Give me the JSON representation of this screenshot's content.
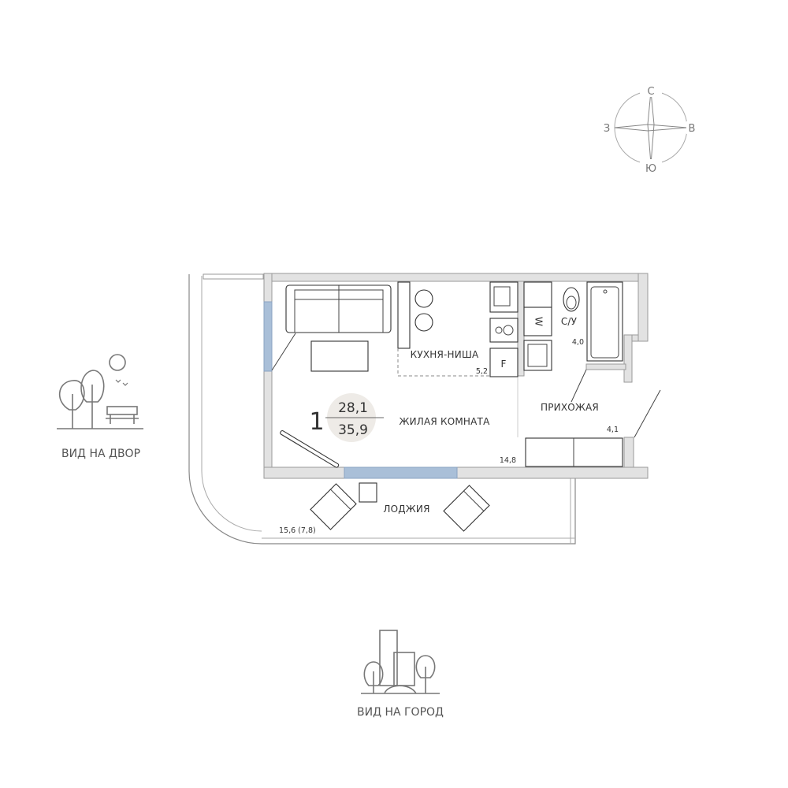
{
  "compass": {
    "north": "С",
    "south": "Ю",
    "west": "З",
    "east": "В"
  },
  "views": {
    "yard": "ВИД НА ДВОР",
    "city": "ВИД НА ГОРОД"
  },
  "apartment": {
    "rooms_count": "1",
    "living_area": "28,1",
    "total_area": "35,9"
  },
  "rooms": {
    "kitchen": {
      "name": "КУХНЯ-НИША",
      "area": "5,2"
    },
    "living": {
      "name": "ЖИЛАЯ КОМНАТА",
      "area": "14,8"
    },
    "bathroom": {
      "name": "С/У",
      "area": "4,0"
    },
    "hallway": {
      "name": "ПРИХОЖАЯ",
      "area": "4,1"
    },
    "loggia": {
      "name": "ЛОДЖИЯ",
      "area": "15,6 (7,8)"
    }
  },
  "appliances": {
    "washer": "W",
    "fridge": "F"
  },
  "colors": {
    "window": "#a9bfd8",
    "wall": "#e2e2e2",
    "area_badge": "#eeebe7"
  }
}
